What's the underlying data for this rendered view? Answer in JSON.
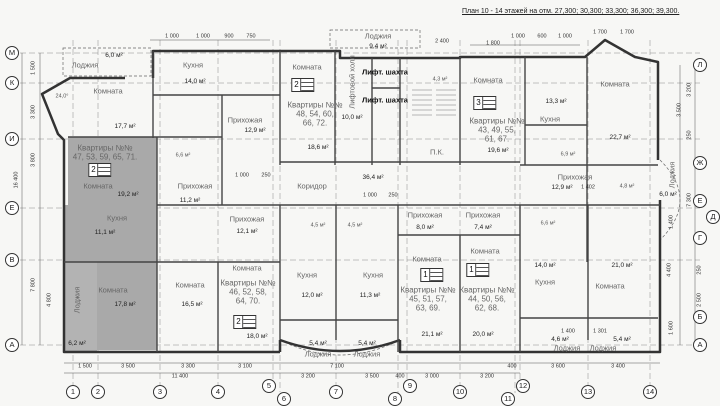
{
  "title": "План  10 - 14 этажей на отм. 27,300; 30,300; 33,300; 36,300; 39,300.",
  "axes": {
    "rows_left": [
      "М",
      "К",
      "И",
      "Е",
      "В",
      "А"
    ],
    "rows_right": [
      "Л",
      "Ж",
      "Е",
      "Д",
      "Г",
      "Б",
      "А"
    ],
    "columns": [
      "1",
      "2",
      "3",
      "4",
      "5",
      "6",
      "7",
      "8",
      "9",
      "10",
      "11",
      "12",
      "13",
      "14"
    ]
  },
  "rooms": [
    {
      "name": "Лоджия",
      "area": "6,0 м²"
    },
    {
      "name": "Кухня",
      "area": "14,0 м²"
    },
    {
      "name": "Комната",
      "area": "17,7 м²"
    },
    {
      "name": "Прихожая",
      "area": "12,9 м²"
    },
    {
      "name": "Комната",
      "area": "18,6 м²"
    },
    {
      "name": "Комната",
      "area": "19,2 м²"
    },
    {
      "name": "Прихожая",
      "area": "11,2 м²"
    },
    {
      "name": "Коридор",
      "area": "36,4 м²"
    },
    {
      "name": "Лифтовой холл",
      "area": "10,0 м²"
    },
    {
      "name": "Лоджия",
      "area": "9,4 м²"
    },
    {
      "name": "Комната",
      "area": "19,6 м²"
    },
    {
      "name": "Кухня",
      "area": "13,3 м²"
    },
    {
      "name": "Комната",
      "area": "22,7 м²"
    },
    {
      "name": "Прихожая",
      "area": "12,9 м²"
    },
    {
      "name": "Лоджия",
      "area": "6,0 м²"
    },
    {
      "name": "Кухня",
      "area": "11,1 м²"
    },
    {
      "name": "Комната",
      "area": "17,8 м²"
    },
    {
      "name": "Лоджия",
      "area": "6,2 м²"
    },
    {
      "name": "Комната",
      "area": "16,5 м²"
    },
    {
      "name": "Прихожая",
      "area": "12,1 м²"
    },
    {
      "name": "Комната",
      "area": "18,0 м²"
    },
    {
      "name": "Кухня",
      "area": "12,0 м²"
    },
    {
      "name": "Кухня",
      "area": "11,3 м²"
    },
    {
      "name": "Лоджия",
      "area": "5,4 м²"
    },
    {
      "name": "Лоджия",
      "area": "5,4 м²"
    },
    {
      "name": "Прихожая",
      "area": "8,0 м²"
    },
    {
      "name": "Прихожая",
      "area": "7,4 м²"
    },
    {
      "name": "Комната",
      "area": "21,1 м²"
    },
    {
      "name": "Комната",
      "area": "20,0 м²"
    },
    {
      "name": "Кухня",
      "area": "14,0 м²"
    },
    {
      "name": "Комната",
      "area": "21,0 м²"
    },
    {
      "name": "Лоджия",
      "area": "4,6 м²"
    },
    {
      "name": "Лоджия",
      "area": "5,4 м²"
    }
  ],
  "small_areas": [
    "6,6 м²",
    "4,3 м²",
    "4,8 м²",
    "6,6 м²",
    "6,9 м²",
    "4,5 м²",
    "4,5 м²"
  ],
  "apartments": [
    {
      "rooms": "2",
      "label": "Квартиры №№",
      "numbers": "48, 54, 60,",
      "numbers2": "66, 72."
    },
    {
      "rooms": "2",
      "label": "Квартиры №№",
      "numbers": "47, 53, 59, 65, 71.",
      "numbers2": ""
    },
    {
      "rooms": "3",
      "label": "Квартиры №№",
      "numbers": "43, 49, 55,",
      "numbers2": "61, 67."
    },
    {
      "rooms": "2",
      "label": "Квартиры №№",
      "numbers": "46, 52, 58,",
      "numbers2": "64, 70."
    },
    {
      "rooms": "1",
      "label": "Квартиры №№",
      "numbers": "45, 51, 57,",
      "numbers2": "63, 69."
    },
    {
      "rooms": "1",
      "label": "Квартиры №№",
      "numbers": "44, 50, 56,",
      "numbers2": "62, 68."
    }
  ],
  "misc": {
    "lift1": "Лифт. шахта",
    "lift2": "Лифт. шахта",
    "pk": "П.К.",
    "angle": "24,0°"
  },
  "dimensions": {
    "top": [
      "1 000",
      "1 000",
      "900",
      "750",
      "2 400",
      "1 800",
      "1 000",
      "600",
      "1 000",
      "1 700",
      "1 700"
    ],
    "bottom": [
      "1 500",
      "3 500",
      "3 300",
      "3 100",
      "11 400",
      "3 200",
      "7 100",
      "3 500",
      "400",
      "3 000",
      "3 200",
      "400",
      "3 600",
      "3 400"
    ],
    "left": [
      "1 500",
      "3 300",
      "3 800",
      "16 400",
      "7 800",
      "4 800"
    ],
    "right": [
      "3 200",
      "3 500",
      "250",
      "7 300",
      "1 400",
      "4 400",
      "250",
      "2 500",
      "1 600"
    ],
    "inner": [
      "1 402",
      "1 000",
      "250",
      "1 000",
      "250",
      "1 400",
      "1 301"
    ]
  },
  "colors": {
    "wall": "#333333",
    "shaded_apartment": "#a9a9a9",
    "background": "#f7f7f5"
  }
}
